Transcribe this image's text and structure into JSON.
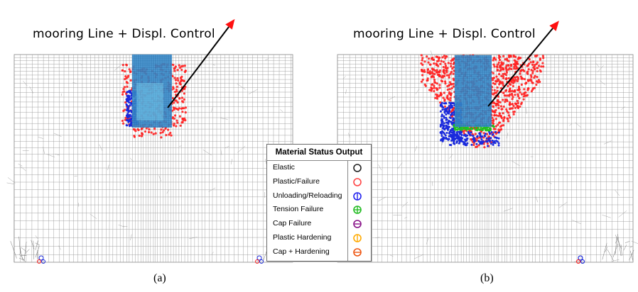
{
  "panels": [
    {
      "id": "a",
      "title": "mooring Line + Displ. Control",
      "caption": "(a)"
    },
    {
      "id": "b",
      "title": "mooring Line + Displ. Control",
      "caption": "(b)"
    }
  ],
  "legend": {
    "title": "Material Status Output",
    "items": [
      {
        "label": "Elastic",
        "color": "#222222",
        "glyph": "circle"
      },
      {
        "label": "Plastic/Failure",
        "color": "#ff4444",
        "glyph": "circle"
      },
      {
        "label": "Unloading/Reloading",
        "color": "#2222ee",
        "glyph": "circle-vline"
      },
      {
        "label": "Tension Failure",
        "color": "#22bb22",
        "glyph": "circle-cross"
      },
      {
        "label": "Cap Failure",
        "color": "#881188",
        "glyph": "circle-hline"
      },
      {
        "label": "Plastic Hardening",
        "color": "#ffaa00",
        "glyph": "circle-vline"
      },
      {
        "label": "Cap + Hardening",
        "color": "#ee5511",
        "glyph": "circle-hline"
      }
    ]
  },
  "colors": {
    "mesh": "#9a9a9a",
    "pile": "#3a8fd0",
    "plastic": "#ff2020",
    "unloading": "#1a2adc",
    "tension": "#20c020",
    "arrow": "#ff1010"
  }
}
